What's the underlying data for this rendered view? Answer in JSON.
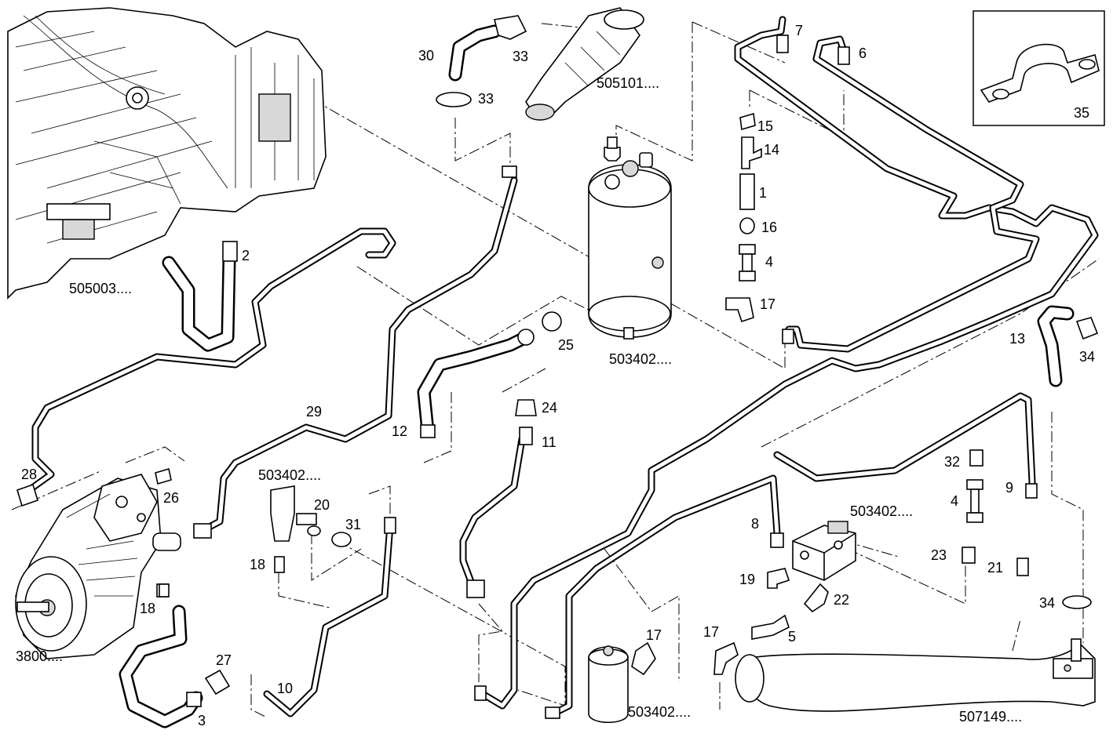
{
  "callouts": [
    {
      "key": "c1",
      "text": "1"
    },
    {
      "key": "c2",
      "text": "2"
    },
    {
      "key": "c3",
      "text": "3"
    },
    {
      "key": "c4a",
      "text": "4"
    },
    {
      "key": "c4b",
      "text": "4"
    },
    {
      "key": "c5",
      "text": "5"
    },
    {
      "key": "c6",
      "text": "6"
    },
    {
      "key": "c7",
      "text": "7"
    },
    {
      "key": "c8",
      "text": "8"
    },
    {
      "key": "c9",
      "text": "9"
    },
    {
      "key": "c10",
      "text": "10"
    },
    {
      "key": "c11",
      "text": "11"
    },
    {
      "key": "c12",
      "text": "12"
    },
    {
      "key": "c13",
      "text": "13"
    },
    {
      "key": "c14",
      "text": "14"
    },
    {
      "key": "c15",
      "text": "15"
    },
    {
      "key": "c16",
      "text": "16"
    },
    {
      "key": "c17a",
      "text": "17"
    },
    {
      "key": "c17b",
      "text": "17"
    },
    {
      "key": "c17c",
      "text": "17"
    },
    {
      "key": "c18a",
      "text": "18"
    },
    {
      "key": "c18b",
      "text": "18"
    },
    {
      "key": "c19",
      "text": "19"
    },
    {
      "key": "c20",
      "text": "20"
    },
    {
      "key": "c21",
      "text": "21"
    },
    {
      "key": "c22",
      "text": "22"
    },
    {
      "key": "c23",
      "text": "23"
    },
    {
      "key": "c24",
      "text": "24"
    },
    {
      "key": "c25",
      "text": "25"
    },
    {
      "key": "c26",
      "text": "26"
    },
    {
      "key": "c27",
      "text": "27"
    },
    {
      "key": "c28",
      "text": "28"
    },
    {
      "key": "c29",
      "text": "29"
    },
    {
      "key": "c30",
      "text": "30"
    },
    {
      "key": "c31",
      "text": "31"
    },
    {
      "key": "c32",
      "text": "32"
    },
    {
      "key": "c33a",
      "text": "33"
    },
    {
      "key": "c33b",
      "text": "33"
    },
    {
      "key": "c34a",
      "text": "34"
    },
    {
      "key": "c34b",
      "text": "34"
    },
    {
      "key": "c35",
      "text": "35"
    }
  ],
  "references": [
    {
      "key": "r505003",
      "text": "505003...."
    },
    {
      "key": "r505101",
      "text": "505101...."
    },
    {
      "key": "r503402a",
      "text": "503402...."
    },
    {
      "key": "r503402b",
      "text": "503402...."
    },
    {
      "key": "r503402c",
      "text": "503402...."
    },
    {
      "key": "r503402d",
      "text": "503402...."
    },
    {
      "key": "r3800",
      "text": "3800...."
    },
    {
      "key": "r507149",
      "text": "507149...."
    }
  ]
}
